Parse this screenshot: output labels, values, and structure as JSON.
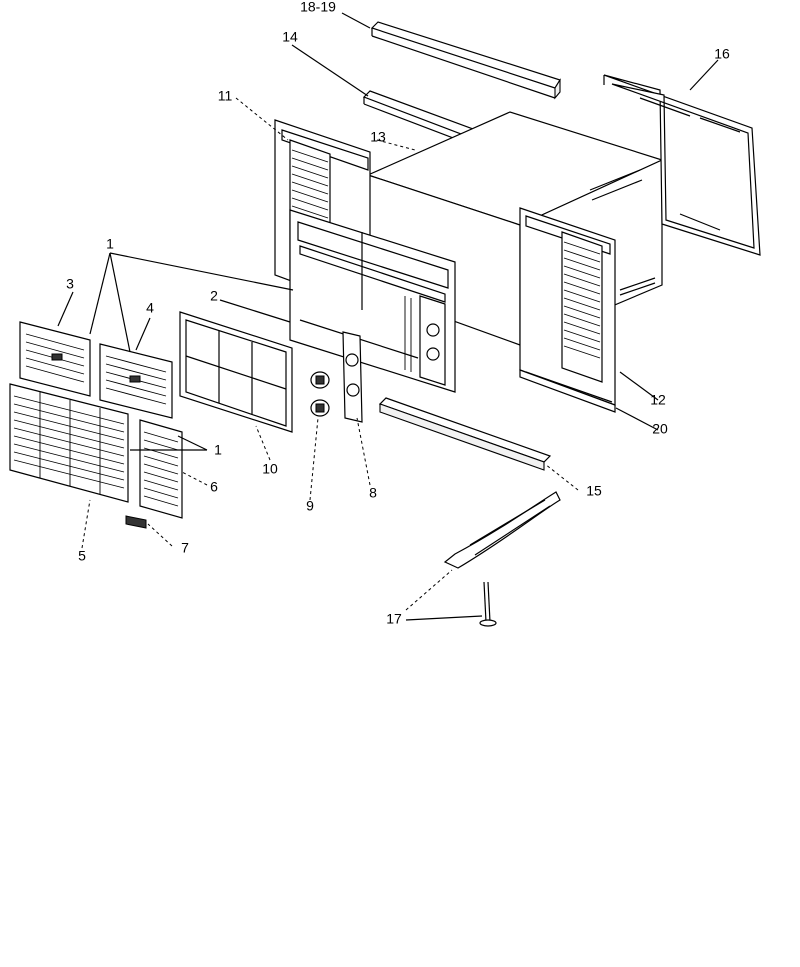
{
  "diagram": {
    "callouts": [
      {
        "id": "c1819",
        "text": "18-19"
      },
      {
        "id": "c14",
        "text": "14"
      },
      {
        "id": "c16",
        "text": "16"
      },
      {
        "id": "c11",
        "text": "11"
      },
      {
        "id": "c13",
        "text": "13"
      },
      {
        "id": "c1a",
        "text": "1"
      },
      {
        "id": "c3",
        "text": "3"
      },
      {
        "id": "c4",
        "text": "4"
      },
      {
        "id": "c2",
        "text": "2"
      },
      {
        "id": "c12",
        "text": "12"
      },
      {
        "id": "c20",
        "text": "20"
      },
      {
        "id": "c1b",
        "text": "1"
      },
      {
        "id": "c6",
        "text": "6"
      },
      {
        "id": "c10",
        "text": "10"
      },
      {
        "id": "c9",
        "text": "9"
      },
      {
        "id": "c8",
        "text": "8"
      },
      {
        "id": "c15",
        "text": "15"
      },
      {
        "id": "c5",
        "text": "5"
      },
      {
        "id": "c7",
        "text": "7"
      },
      {
        "id": "c17",
        "text": "17"
      }
    ]
  }
}
